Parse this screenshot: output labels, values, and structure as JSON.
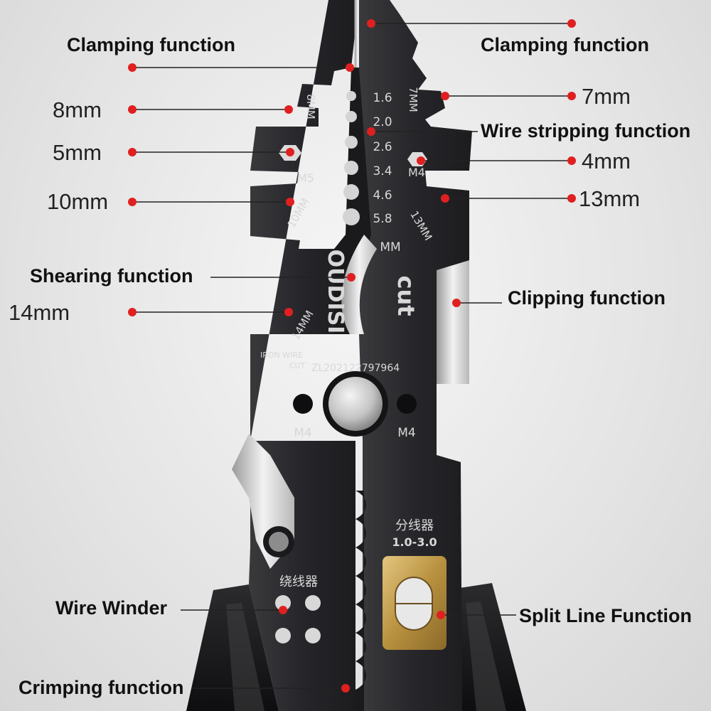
{
  "labels": {
    "clamping_left": "Clamping function",
    "clamping_right": "Clamping function",
    "mm8": "8mm",
    "mm7": "7mm",
    "wire_stripping": "Wire stripping function",
    "mm5": "5mm",
    "mm4": "4mm",
    "mm10": "10mm",
    "mm13": "13mm",
    "shearing": "Shearing function",
    "clipping": "Clipping function",
    "mm14": "14mm",
    "wire_winder": "Wire Winder",
    "split_line": "Split Line Function",
    "crimping": "Crimping function"
  },
  "engraving": {
    "brand": "OUDISI",
    "cut": "cut",
    "mm_unit": "MM",
    "gauges": [
      "1.6",
      "2.0",
      "2.6",
      "3.4",
      "4.6",
      "5.8"
    ],
    "hex_8": "8MM",
    "hex_7": "7MM",
    "hex_10": "10MM",
    "hex_13": "13MM",
    "hex_14": "14MM",
    "m5": "M5",
    "m4_top": "M4",
    "m4_left": "M4",
    "m4_right": "M4",
    "iron_wire": "IRON WIRE",
    "iron_cut": "CUT",
    "patent": "ZL202122797964",
    "splitter": "分线器",
    "splitter_range": "1.0-3.0",
    "winder": "绕线器"
  },
  "colors": {
    "marker": "#e02020",
    "tool_body": "#2a2a2c",
    "brass": "#c9a55a"
  }
}
